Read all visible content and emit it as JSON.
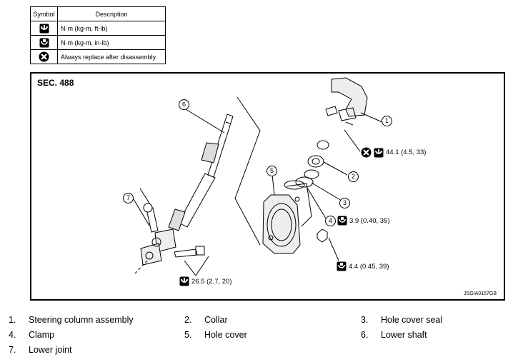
{
  "symbol_table": {
    "header_symbol": "Symbol",
    "header_description": "Description",
    "rows": [
      {
        "icon": "torque-wrench-icon",
        "description": "N·m (kg-m, ft-lb)"
      },
      {
        "icon": "torque-wrench-small-icon",
        "description": "N·m (kg-m, in-lb)"
      },
      {
        "icon": "always-replace-icon",
        "description": "Always replace after disassembly."
      }
    ]
  },
  "diagram": {
    "section": "SEC. 488",
    "code": "JSGIA0157GB",
    "callouts": [
      "1",
      "2",
      "3",
      "4",
      "5",
      "6",
      "7"
    ],
    "torques": {
      "t1": "44.1 (4.5, 33)",
      "t2": "3.9 (0.40, 35)",
      "t3": "4.4 (0.45, 39)",
      "t4": "26.5 (2.7, 20)"
    }
  },
  "legend": [
    {
      "num": "1.",
      "label": "Steering column assembly"
    },
    {
      "num": "2.",
      "label": "Collar"
    },
    {
      "num": "3.",
      "label": "Hole cover seal"
    },
    {
      "num": "4.",
      "label": "Clamp"
    },
    {
      "num": "5.",
      "label": "Hole cover"
    },
    {
      "num": "6.",
      "label": "Lower shaft"
    },
    {
      "num": "7.",
      "label": "Lower joint"
    }
  ]
}
